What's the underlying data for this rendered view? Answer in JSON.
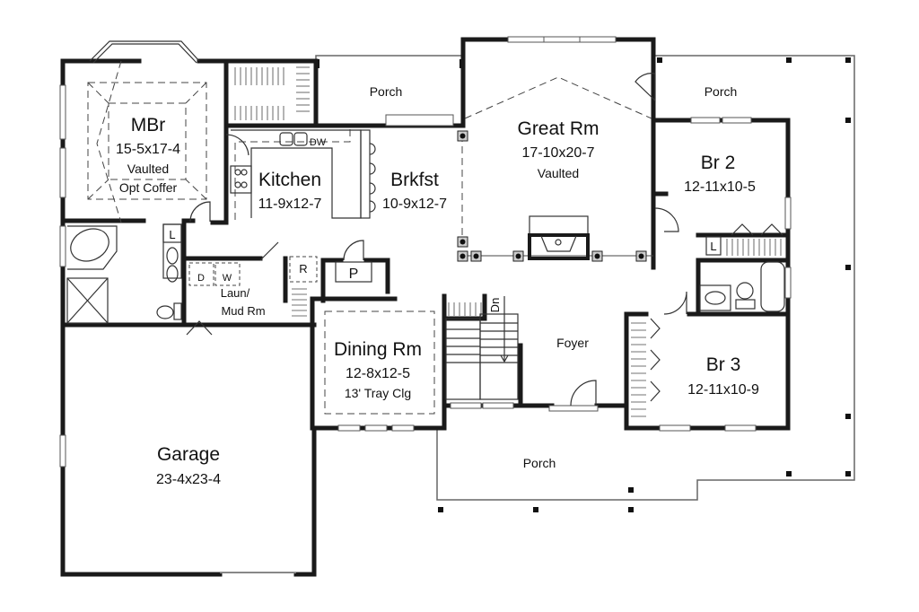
{
  "plan": {
    "rooms": {
      "mbr": {
        "name": "MBr",
        "dims": "15-5x17-4",
        "note1": "Vaulted",
        "note2": "Opt Coffer"
      },
      "kitchen": {
        "name": "Kitchen",
        "dims": "11-9x12-7",
        "appliance": "DW"
      },
      "brkfst": {
        "name": "Brkfst",
        "dims": "10-9x12-7"
      },
      "great_rm": {
        "name": "Great Rm",
        "dims": "17-10x20-7",
        "note": "Vaulted"
      },
      "br2": {
        "name": "Br 2",
        "dims": "12-11x10-5"
      },
      "br3": {
        "name": "Br 3",
        "dims": "12-11x10-9"
      },
      "dining": {
        "name": "Dining Rm",
        "dims": "12-8x12-5",
        "note": "13' Tray Clg"
      },
      "foyer": {
        "name": "Foyer"
      },
      "garage": {
        "name": "Garage",
        "dims": "23-4x23-4"
      },
      "laundry": {
        "name_line1": "Laun/",
        "name_line2": "Mud Rm",
        "dryer": "D",
        "washer": "W"
      },
      "porch_top_left": {
        "name": "Porch"
      },
      "porch_top_right": {
        "name": "Porch"
      },
      "porch_front": {
        "name": "Porch"
      }
    },
    "fixtures": {
      "linen_master": "L",
      "linen_br2": "L",
      "refrigerator": "R",
      "pantry": "P",
      "stairs_down": "Dn"
    },
    "colors": {
      "wall": "#1a1a1a",
      "background": "#ffffff",
      "porch_outline": "#666666"
    }
  }
}
